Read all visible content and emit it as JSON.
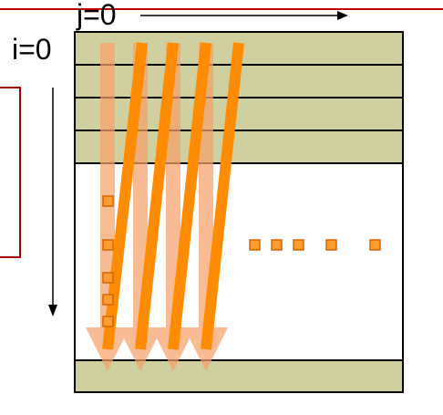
{
  "labels": {
    "j_axis": "j=0",
    "i_axis": "i=0"
  },
  "colors": {
    "top_line": "#c00000",
    "left_box_border": "#a00000",
    "band_fill": "#cfcf9f",
    "grid_stroke": "#000000",
    "arrow_light": "#f8a26b",
    "arrow_dark": "#ff8c00",
    "dot_fill": "#ff9b2f",
    "dot_stroke": "#d96500"
  },
  "diagram": {
    "top_band_rows": 4,
    "bottom_band_rows": 1,
    "down_arrow_count": 4,
    "diagonal_arrow_count": 4,
    "column_square_count": 5,
    "row_square_count": 5
  }
}
